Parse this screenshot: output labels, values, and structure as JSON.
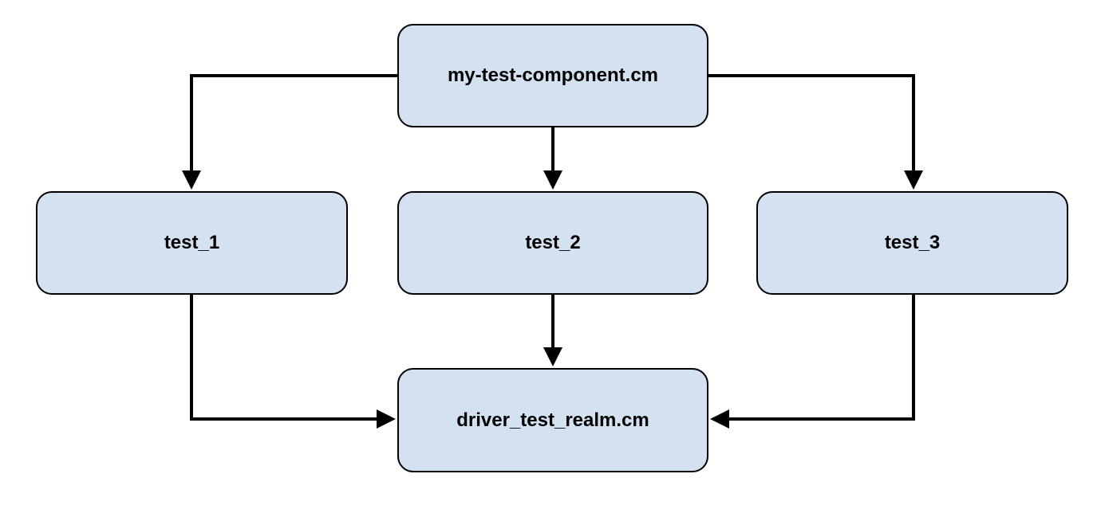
{
  "diagram": {
    "nodes": {
      "root": {
        "label": "my-test-component.cm"
      },
      "test_1": {
        "label": "test_1"
      },
      "test_2": {
        "label": "test_2"
      },
      "test_3": {
        "label": "test_3"
      },
      "driver": {
        "label": "driver_test_realm.cm"
      }
    },
    "edges": [
      {
        "from": "my-test-component.cm",
        "to": "test_1"
      },
      {
        "from": "my-test-component.cm",
        "to": "test_2"
      },
      {
        "from": "my-test-component.cm",
        "to": "test_3"
      },
      {
        "from": "test_1",
        "to": "driver_test_realm.cm"
      },
      {
        "from": "test_2",
        "to": "driver_test_realm.cm"
      },
      {
        "from": "test_3",
        "to": "driver_test_realm.cm"
      }
    ],
    "colors": {
      "node_fill": "#d3e1f0",
      "node_border": "#000000",
      "edge": "#000000",
      "background": "#ffffff"
    }
  }
}
